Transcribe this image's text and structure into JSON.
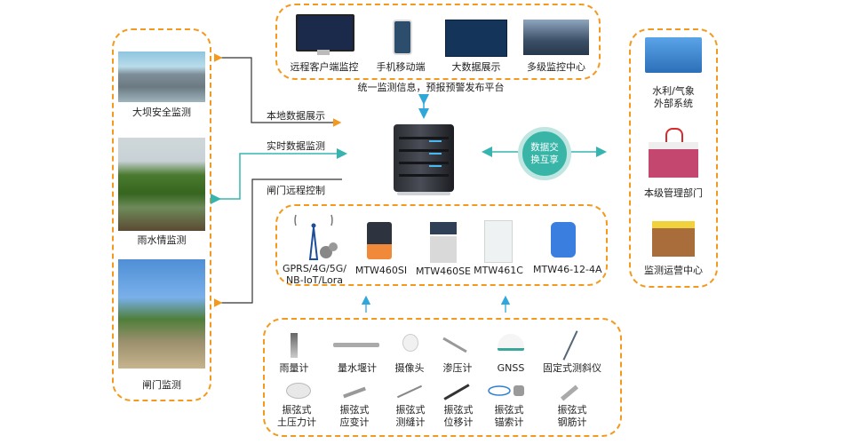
{
  "colors": {
    "orange_dashed": "#f39a1e",
    "teal_arrow": "#36b5b0",
    "blue_arrow": "#2fa7d8",
    "dark_arrow": "#333333",
    "exchange_circle": "#39b5a8"
  },
  "left_panel": {
    "items": [
      {
        "label": "大坝安全监测",
        "icon": "dam-photo"
      },
      {
        "label": "雨水情监测",
        "icon": "rain-station-photo"
      },
      {
        "label": "闸门监测",
        "icon": "gate-photo"
      }
    ]
  },
  "top_panel": {
    "items": [
      {
        "label": "远程客户端监控",
        "icon": "desktop-monitor"
      },
      {
        "label": "手机移动端",
        "icon": "mobile-phone"
      },
      {
        "label": "大数据展示",
        "icon": "big-data-screen"
      },
      {
        "label": "多级监控中心",
        "icon": "control-center"
      }
    ],
    "caption": "统一监测信息，预报预警发布平台"
  },
  "flows": {
    "local_display": "本地数据展示",
    "realtime_monitor": "实时数据监测",
    "gate_remote_control": "闸门远程控制",
    "exchange": "数据交换互享"
  },
  "exchange_lines": [
    "数据交",
    "换互享"
  ],
  "right_panel": {
    "items": [
      {
        "label_lines": [
          "水利/气象",
          "外部系统"
        ],
        "icon": "office-building"
      },
      {
        "label_lines": [
          "本级管理部门"
        ],
        "icon": "management-shop"
      },
      {
        "label_lines": [
          "监测运营中心"
        ],
        "icon": "operations-store"
      }
    ]
  },
  "gateway_panel": {
    "items": [
      {
        "label_lines": [
          "GPRS/4G/5G/",
          "NB-IoT/Lora"
        ],
        "icon": "cell-tower"
      },
      {
        "label_lines": [
          "MTW460SI"
        ],
        "icon": "rtu-orange"
      },
      {
        "label_lines": [
          "MTW460SE"
        ],
        "icon": "rtu-solar"
      },
      {
        "label_lines": [
          "MTW461C"
        ],
        "icon": "rtu-cabinet"
      },
      {
        "label_lines": [
          "MTW46-12-4A"
        ],
        "icon": "rtu-tablet"
      }
    ]
  },
  "sensor_panel": {
    "row1": [
      {
        "label_lines": [
          "雨量计"
        ],
        "icon": "rain-gauge"
      },
      {
        "label_lines": [
          "量水堰计"
        ],
        "icon": "weir-gauge"
      },
      {
        "label_lines": [
          "摄像头"
        ],
        "icon": "camera"
      },
      {
        "label_lines": [
          "渗压计"
        ],
        "icon": "piezometer"
      },
      {
        "label_lines": [
          "GNSS"
        ],
        "icon": "gnss-dome"
      },
      {
        "label_lines": [
          "固定式测斜仪"
        ],
        "icon": "inclinometer"
      }
    ],
    "row2": [
      {
        "label_lines": [
          "振弦式",
          "土压力计"
        ],
        "icon": "earth-pressure-cell"
      },
      {
        "label_lines": [
          "振弦式",
          "应变计"
        ],
        "icon": "strain-gauge"
      },
      {
        "label_lines": [
          "振弦式",
          "测缝计"
        ],
        "icon": "crack-meter"
      },
      {
        "label_lines": [
          "振弦式",
          "位移计"
        ],
        "icon": "displacement-meter"
      },
      {
        "label_lines": [
          "振弦式",
          "锚索计"
        ],
        "icon": "anchor-cable-meter"
      },
      {
        "label_lines": [
          "振弦式",
          "钢筋计"
        ],
        "icon": "rebar-meter"
      }
    ]
  }
}
